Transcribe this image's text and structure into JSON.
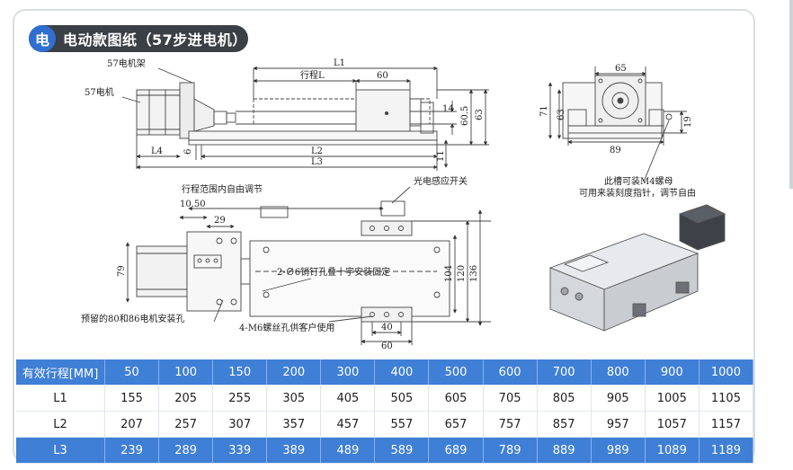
{
  "title": {
    "badge": "电",
    "text": "电动款图纸（57步进电机）"
  },
  "front_view": {
    "labels": {
      "motor_mount": "57电机架",
      "motor": "57电机"
    },
    "dims": {
      "l1": "L1",
      "travel": "行程L",
      "w60": "60",
      "l4": "L4",
      "l2": "L2",
      "l3": "L3",
      "d6": "6",
      "d14": "14",
      "d60_5": "60.5",
      "d63": "63",
      "d11": "11"
    }
  },
  "side_view": {
    "dims": {
      "w65": "65",
      "w89": "89",
      "h71": "71",
      "h63": "63",
      "h19": "19"
    },
    "note1": "此槽可装M4螺母",
    "note2": "可用来装刻度指针，调节自由"
  },
  "top_view": {
    "labels": {
      "travel_adjust": "行程范围内自由调节",
      "sensor": "光电感应开关",
      "pin_holes": "2-∅6销钉孔叠十字安装固定",
      "motor_holes": "预留的80和86电机安装孔",
      "m6_holes": "4-M6螺丝孔供客户使用"
    },
    "dims": {
      "d10_50": "10.50",
      "d29": "29",
      "d79": "79",
      "d104": "104",
      "d120": "120",
      "d136": "136",
      "d40": "40",
      "d60": "60"
    }
  },
  "table": {
    "rows": [
      {
        "label": "有效行程[MM]",
        "values": [
          "50",
          "100",
          "150",
          "200",
          "300",
          "400",
          "500",
          "600",
          "700",
          "800",
          "900",
          "1000"
        ],
        "style": "blue"
      },
      {
        "label": "L1",
        "values": [
          "155",
          "205",
          "255",
          "305",
          "405",
          "505",
          "605",
          "705",
          "805",
          "905",
          "1005",
          "1105"
        ],
        "style": "white"
      },
      {
        "label": "L2",
        "values": [
          "207",
          "257",
          "307",
          "357",
          "457",
          "557",
          "657",
          "757",
          "857",
          "957",
          "1057",
          "1157"
        ],
        "style": "white"
      },
      {
        "label": "L3",
        "values": [
          "239",
          "289",
          "339",
          "389",
          "489",
          "589",
          "689",
          "789",
          "889",
          "989",
          "1089",
          "1189"
        ],
        "style": "blue"
      }
    ]
  },
  "colors": {
    "header_blue": "#3f7fd6",
    "badge_blue": "#2f6fd0",
    "pill_dark": "#3b3f46"
  }
}
